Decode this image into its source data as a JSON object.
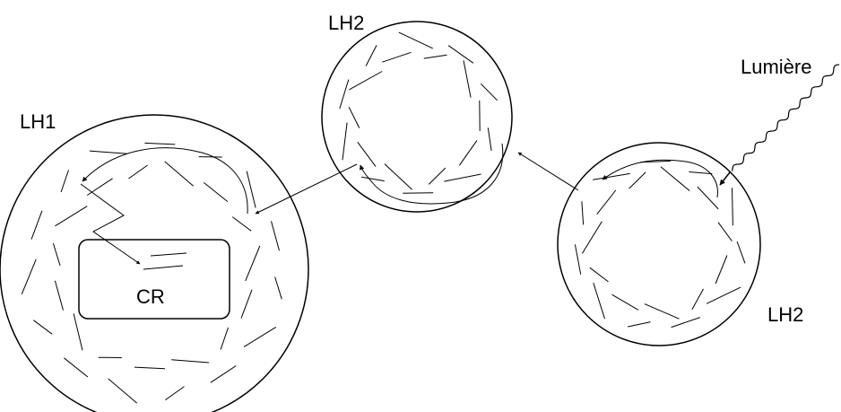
{
  "labels": {
    "lh1": "LH1",
    "lh2_top": "LH2",
    "lh2_right": "LH2",
    "light": "Lumière",
    "cr": "CR"
  },
  "colors": {
    "stroke": "#000000",
    "background": "#ffffff"
  }
}
